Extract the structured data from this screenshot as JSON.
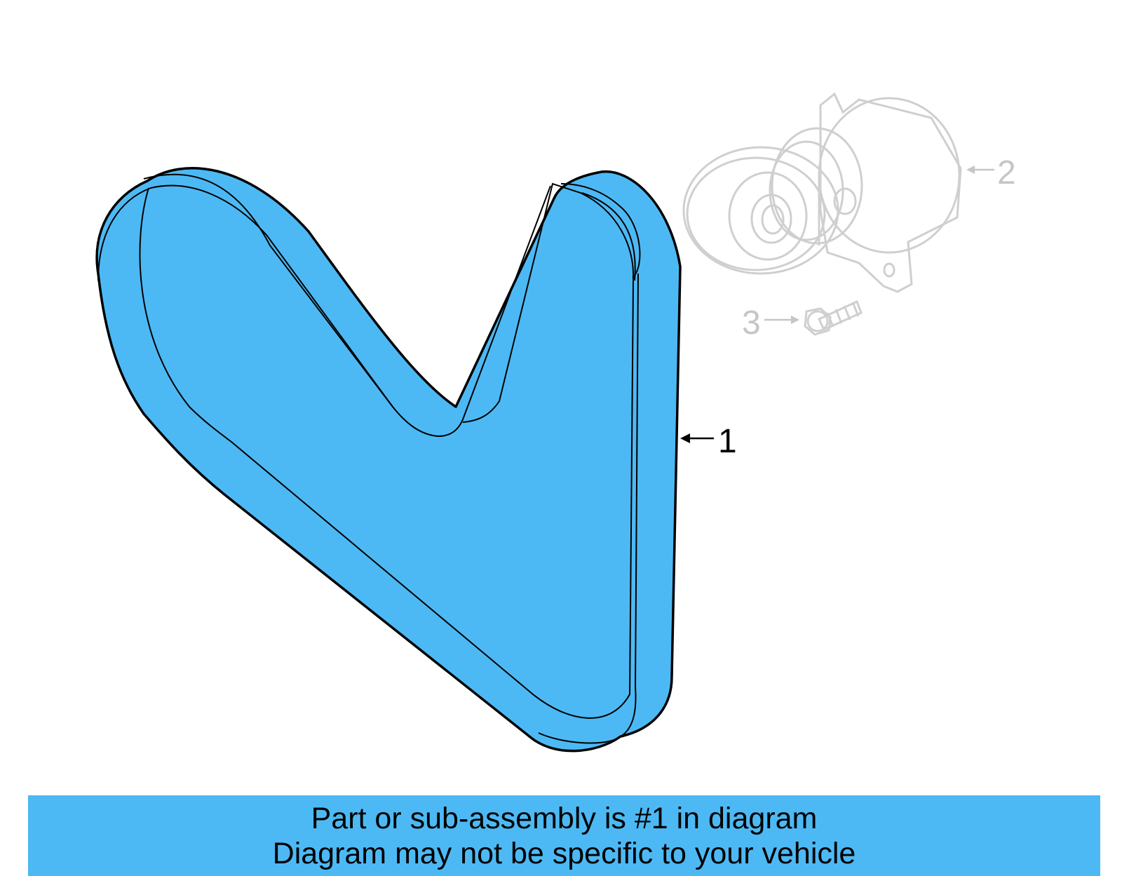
{
  "colors": {
    "highlight": "#4db9f4",
    "outline": "#000000",
    "muted": "#c6c6c6"
  },
  "callouts": {
    "part1": "1",
    "part2": "2",
    "part3": "3"
  },
  "caption": {
    "line1": "Part or sub-assembly is #1 in diagram",
    "line2": "Diagram may not be specific to your vehicle"
  }
}
